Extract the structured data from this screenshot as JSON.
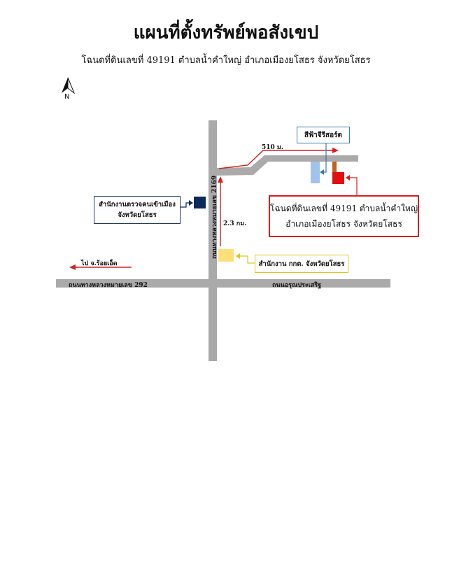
{
  "header": {
    "title": "แผนที่ตั้งทรัพย์พอสังเขป",
    "subtitle": "โฉนดที่ดินเลขที่ 49191 ตำบลน้ำคำใหญ่ อำเภอเมืองยโสธร จังหวัดยโสธร"
  },
  "compass": {
    "label": "N"
  },
  "roads": {
    "vertical": "ถนนทางหลวงหมายเลข 2169",
    "horizontal_left": "ถนนทางหลวงหมายเลข 292",
    "horizontal_right": "ถนนอรุณประเสริฐ"
  },
  "distances": {
    "to_branch": "510 ม.",
    "along_highway": "2.3 กม."
  },
  "directions": {
    "to_roiet": "ไป จ.ร้อยเอ็ด"
  },
  "landmarks": {
    "immigration": {
      "line1": "สำนักงานตรวจคนเข้าเมือง",
      "line2": "จังหวัดยโสธร"
    },
    "resort": "สีฟ้าจีรีสอร์ต",
    "property": {
      "line1": "โฉนดที่ดินเลขที่ 49191 ตำบลน้ำคำใหญ่",
      "line2": "อำเภอเมืองยโสธร จังหวัดยโสธร"
    },
    "office": "สำนักงาน กกต. จังหวัดยโสธร"
  },
  "colors": {
    "road": "#aaaaaa",
    "route": "#d81e1e",
    "immigration": "#0d2a5c",
    "resort": "#9fc3ea",
    "property": "#e01010",
    "brown_marker": "#c0611e",
    "office": "#fde07a"
  }
}
